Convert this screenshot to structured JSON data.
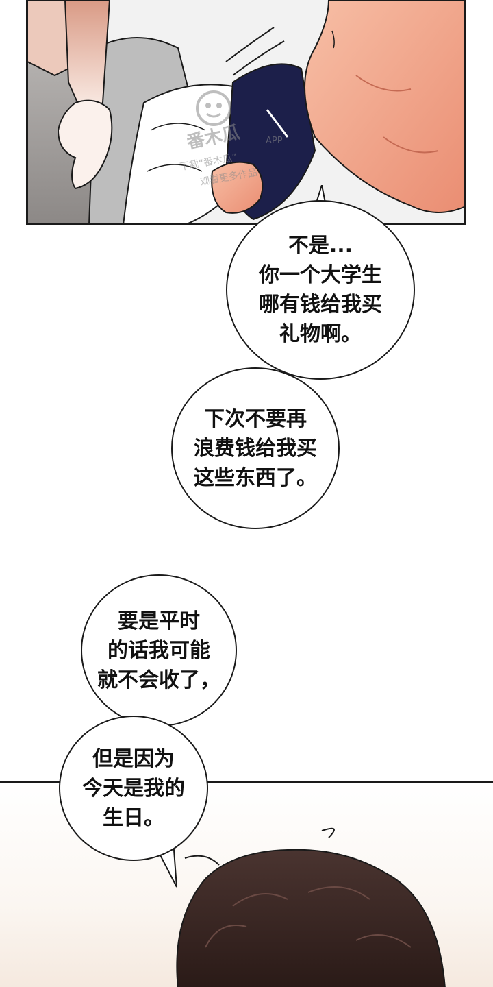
{
  "watermark": {
    "brand": "番木瓜",
    "app_tag": "APP",
    "line1": "下载“番木瓜”",
    "line2": "观看更多作品"
  },
  "bubbles": [
    {
      "id": "bubble-1",
      "lines": [
        "不是...",
        "你一个大学生",
        "哪有钱给我买",
        "礼物啊。"
      ]
    },
    {
      "id": "bubble-2",
      "lines": [
        "下次不要再",
        "浪费钱给我买",
        "这些东西了。"
      ]
    },
    {
      "id": "bubble-3",
      "lines": [
        "要是平时",
        "的话我可能",
        "就不会收了，"
      ]
    },
    {
      "id": "bubble-4",
      "lines": [
        "但是因为",
        "今天是我的",
        "生日。"
      ]
    }
  ],
  "colors": {
    "skin": "#f0a58a",
    "skin_shadow": "#e07f66",
    "navy_fabric": "#1c1f4a",
    "gray_fabric": "#a9a9a9",
    "hair": "#3a2622",
    "ink": "#1a1a1a"
  }
}
